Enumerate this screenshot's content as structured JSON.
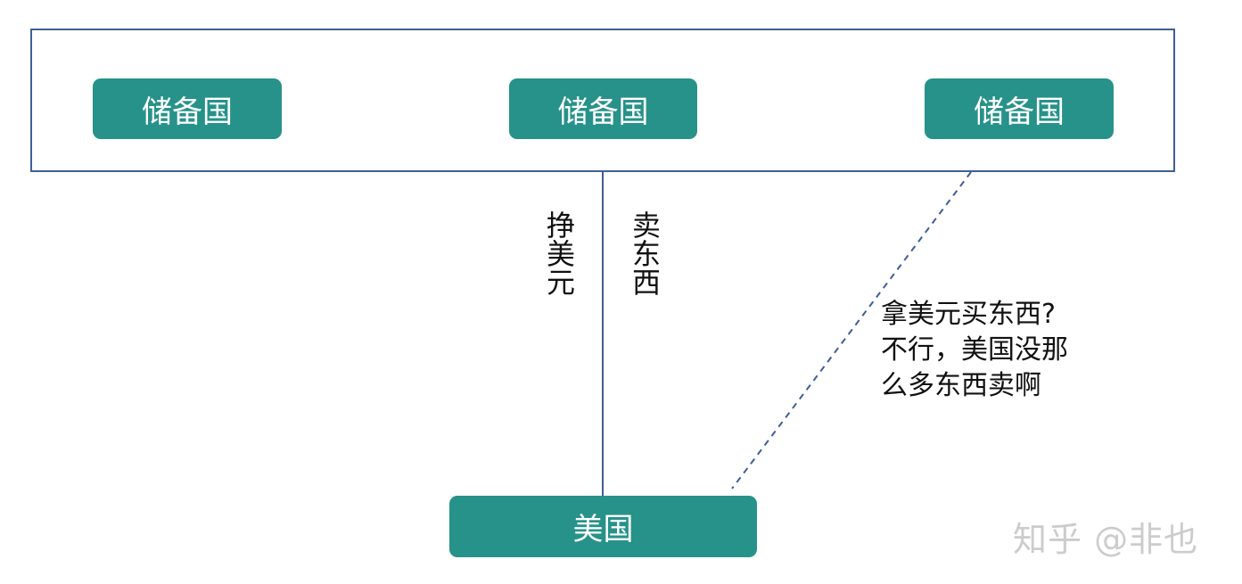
{
  "colors": {
    "node_fill": "#27928a",
    "frame_stroke": "#3f5f95",
    "connector": "#3f5f95",
    "text": "#111111",
    "watermark": "#cccccc"
  },
  "diagram": {
    "reserve_nodes": [
      "储备国",
      "储备国",
      "储备国"
    ],
    "us_node": "美国",
    "edge_labels": {
      "earn_dollars": "挣美元",
      "sell_goods": "卖东西"
    },
    "note_lines": [
      "拿美元买东西?",
      "不行，美国没那",
      "么多东西卖啊"
    ]
  },
  "watermark": "知乎 @非也"
}
